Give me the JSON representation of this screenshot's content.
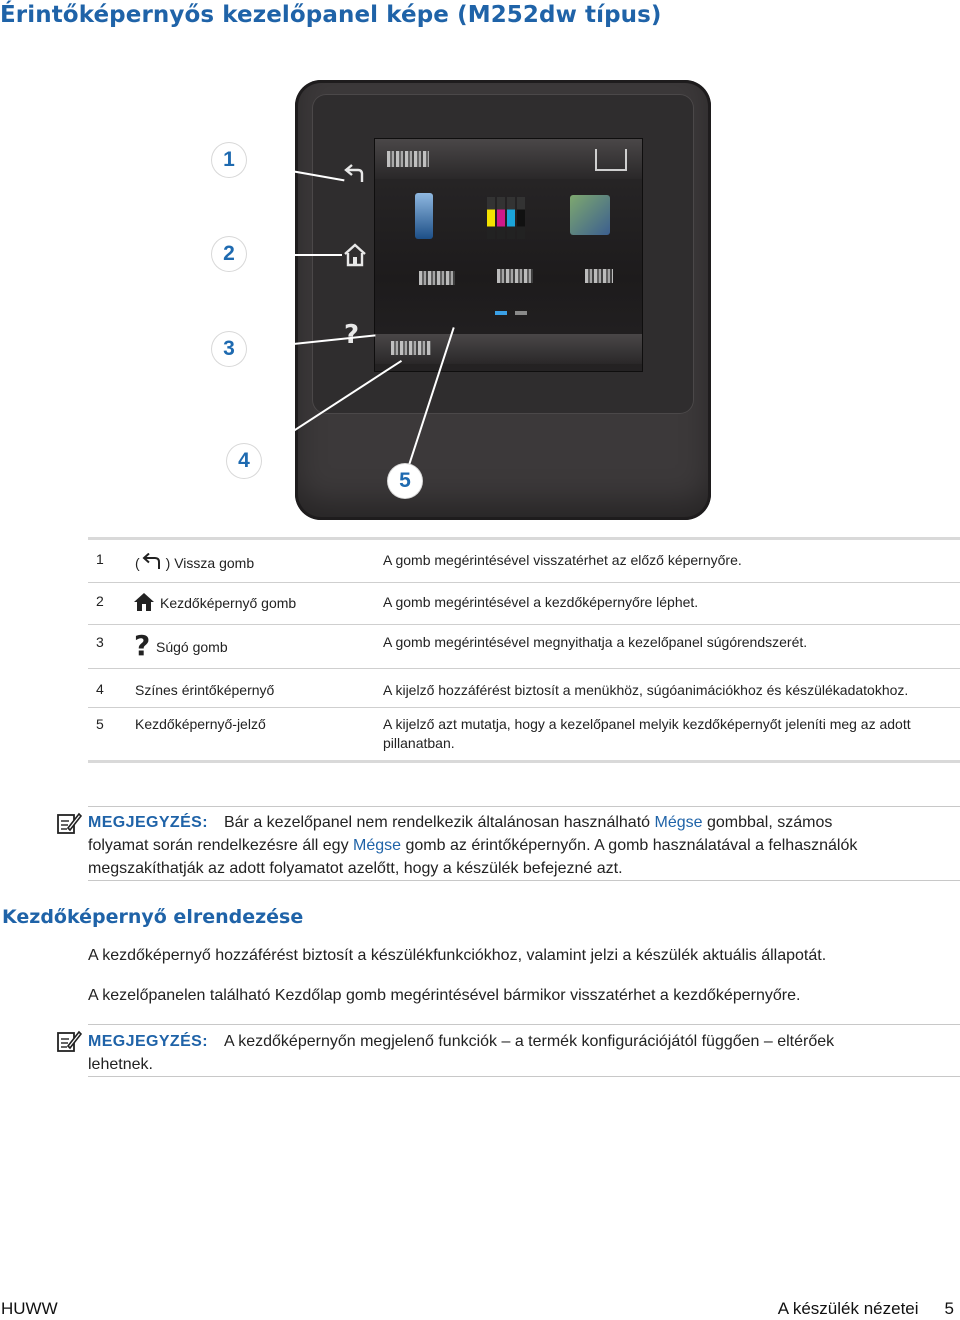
{
  "title": "Érintőképernyős kezelőpanel képe (M252dw típus)",
  "callouts": [
    "1",
    "2",
    "3",
    "4",
    "5"
  ],
  "icons": {
    "back": "back-arrow-icon",
    "home": "home-icon",
    "help": "help-question-icon",
    "note": "note-pencil-icon"
  },
  "colors": {
    "accent": "#1f63a8",
    "callout_text": "#1e6ab0",
    "panel": "#3c393a"
  },
  "table": {
    "rows": [
      {
        "num": "1",
        "prefix": "(",
        "suffix": ") Vissza gomb",
        "desc": "A gomb megérintésével visszatérhet az előző képernyőre."
      },
      {
        "num": "2",
        "label": "Kezdőképernyő gomb",
        "desc": "A gomb megérintésével a kezdőképernyőre léphet."
      },
      {
        "num": "3",
        "label": "Súgó gomb",
        "desc": "A gomb megérintésével megnyithatja a kezelőpanel súgórendszerét."
      },
      {
        "num": "4",
        "label": "Színes érintőképernyő",
        "desc": "A kijelző hozzáférést biztosít a menükhöz, súgóanimációkhoz és készülékadatokhoz."
      },
      {
        "num": "5",
        "label": "Kezdőképernyő-jelző",
        "desc_line1": "A kijelző azt mutatja, hogy a kezelőpanel melyik kezdőképernyőt jeleníti meg az adott",
        "desc_line2": "pillanatban."
      }
    ]
  },
  "note1": {
    "label": "MEGJEGYZÉS:",
    "part1": "Bár a kezelőpanel nem rendelkezik általánosan használható ",
    "link1": "Mégse",
    "part2": " gombbal, számos",
    "line2a": "folyamat során rendelkezésre áll egy ",
    "link2": "Mégse",
    "line2b": " gomb az érintőképernyőn. A gomb használatával a felhasználók",
    "line3": "megszakíthatják az adott folyamatot azelőtt, hogy a készülék befejezné azt."
  },
  "section_heading": "Kezdőképernyő elrendezése",
  "paragraph1": "A kezdőképernyő hozzáférést biztosít a készülékfunkciókhoz, valamint jelzi a készülék aktuális állapotát.",
  "paragraph2": "A kezelőpanelen található Kezdőlap gomb megérintésével bármikor visszatérhet a kezdőképernyőre.",
  "note2": {
    "label": "MEGJEGYZÉS:",
    "line1": "A kezdőképernyőn megjelenő funkciók – a termék konfigurációjától függően – eltérőek",
    "line2": "lehetnek."
  },
  "footer": {
    "left": "HUWW",
    "section": "A készülék nézetei",
    "page": "5"
  }
}
